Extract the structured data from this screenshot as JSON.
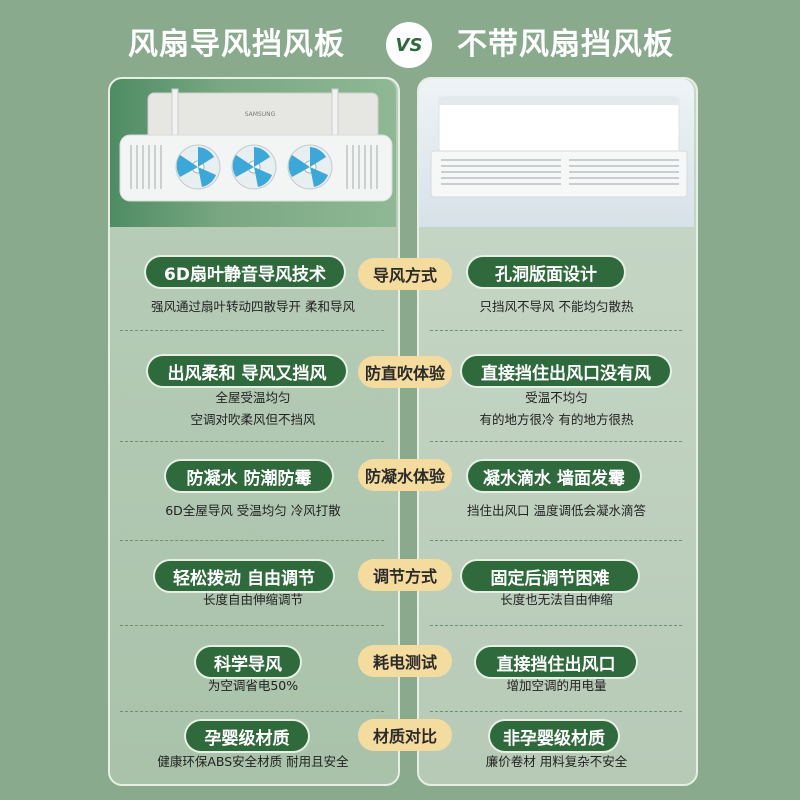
{
  "header": {
    "left_title": "风扇导风挡风板",
    "vs": "VS",
    "right_title": "不带风扇挡风板"
  },
  "rows": [
    {
      "left_title": "6D扇叶静音导风技术",
      "center": "导风方式",
      "right_title": "孔洞版面设计",
      "left_desc": [
        "强风通过扇叶转动四散导开 柔和导风"
      ],
      "right_desc": [
        "只挡风不导风 不能均匀散热"
      ]
    },
    {
      "left_title": "出风柔和 导风又挡风",
      "center": "防直吹体验",
      "right_title": "直接挡住出风口没有风",
      "left_desc": [
        "全屋受温均匀",
        "空调对吹柔风但不挡风"
      ],
      "right_desc": [
        "受温不均匀",
        "有的地方很冷 有的地方很热"
      ]
    },
    {
      "left_title": "防凝水 防潮防霉",
      "center": "防凝水体验",
      "right_title": "凝水滴水 墙面发霉",
      "left_desc": [
        "6D全屋导风 受温均匀 冷风打散"
      ],
      "right_desc": [
        "挡住出风口 温度调低会凝水滴答"
      ]
    },
    {
      "left_title": "轻松拨动 自由调节",
      "center": "调节方式",
      "right_title": "固定后调节困难",
      "left_desc": [
        "长度自由伸缩调节"
      ],
      "right_desc": [
        "长度也无法自由伸缩"
      ]
    },
    {
      "left_title": "科学导风",
      "center": "耗电测试",
      "right_title": "直接挡住出风口",
      "left_desc": [
        "为空调省电50%"
      ],
      "right_desc": [
        "增加空调的用电量"
      ]
    },
    {
      "left_title": "孕婴级材质",
      "center": "材质对比",
      "right_title": "非孕婴级材质",
      "left_desc": [
        "健康环保ABS安全材质 耐用且安全"
      ],
      "right_desc": [
        "廉价卷材 用料复杂不安全"
      ]
    }
  ],
  "images": {
    "left_ac_brand": "SAMSUNG"
  },
  "colors": {
    "background": "#8aaa8e",
    "pill_green": "#2f6a3c",
    "pill_yellow": "#f4dc9e"
  }
}
